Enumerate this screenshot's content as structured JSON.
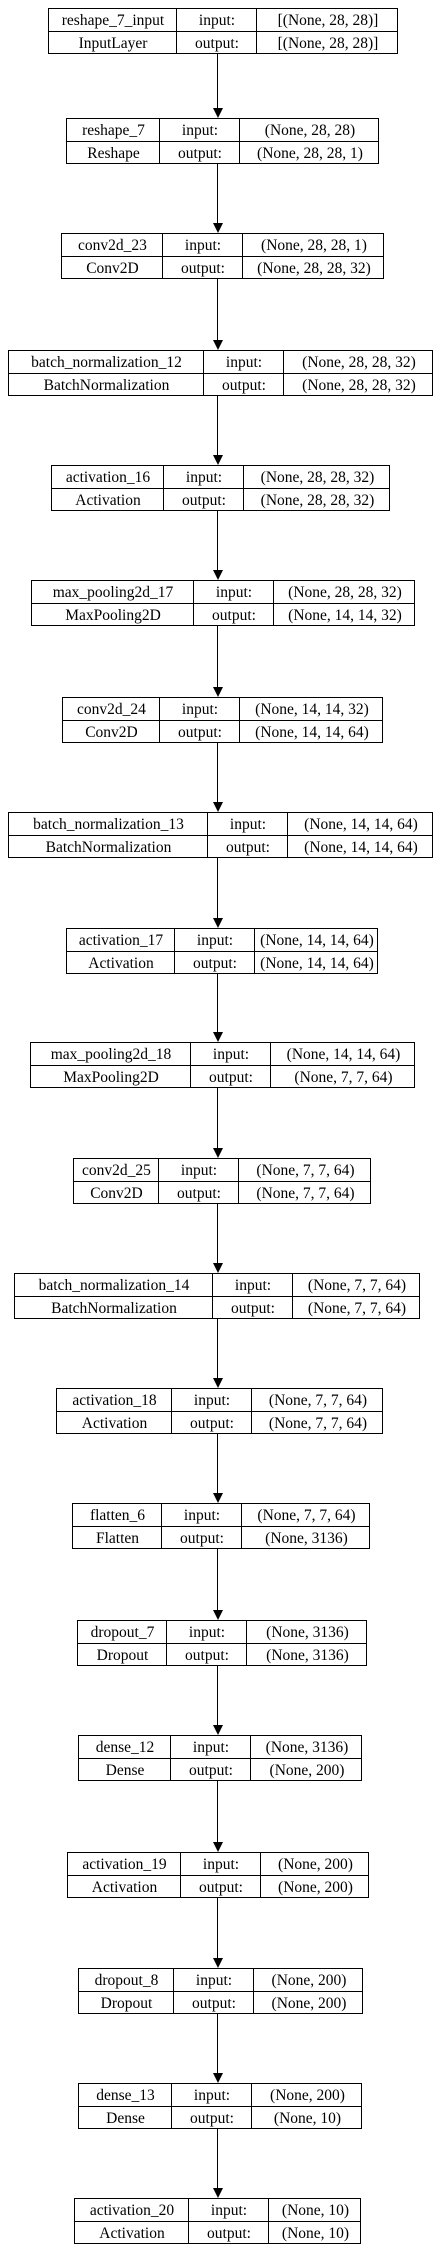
{
  "port_labels": {
    "input": "input:",
    "output": "output:"
  },
  "layers": [
    {
      "name": "reshape_7_input",
      "type": "InputLayer",
      "input": "[(None, 28, 28)]",
      "output": "[(None, 28, 28)]"
    },
    {
      "name": "reshape_7",
      "type": "Reshape",
      "input": "(None, 28, 28)",
      "output": "(None, 28, 28, 1)"
    },
    {
      "name": "conv2d_23",
      "type": "Conv2D",
      "input": "(None, 28, 28, 1)",
      "output": "(None, 28, 28, 32)"
    },
    {
      "name": "batch_normalization_12",
      "type": "BatchNormalization",
      "input": "(None, 28, 28, 32)",
      "output": "(None, 28, 28, 32)"
    },
    {
      "name": "activation_16",
      "type": "Activation",
      "input": "(None, 28, 28, 32)",
      "output": "(None, 28, 28, 32)"
    },
    {
      "name": "max_pooling2d_17",
      "type": "MaxPooling2D",
      "input": "(None, 28, 28, 32)",
      "output": "(None, 14, 14, 32)"
    },
    {
      "name": "conv2d_24",
      "type": "Conv2D",
      "input": "(None, 14, 14, 32)",
      "output": "(None, 14, 14, 64)"
    },
    {
      "name": "batch_normalization_13",
      "type": "BatchNormalization",
      "input": "(None, 14, 14, 64)",
      "output": "(None, 14, 14, 64)"
    },
    {
      "name": "activation_17",
      "type": "Activation",
      "input": "(None, 14, 14, 64)",
      "output": "(None, 14, 14, 64)"
    },
    {
      "name": "max_pooling2d_18",
      "type": "MaxPooling2D",
      "input": "(None, 14, 14, 64)",
      "output": "(None, 7, 7, 64)"
    },
    {
      "name": "conv2d_25",
      "type": "Conv2D",
      "input": "(None, 7, 7, 64)",
      "output": "(None, 7, 7, 64)"
    },
    {
      "name": "batch_normalization_14",
      "type": "BatchNormalization",
      "input": "(None, 7, 7, 64)",
      "output": "(None, 7, 7, 64)"
    },
    {
      "name": "activation_18",
      "type": "Activation",
      "input": "(None, 7, 7, 64)",
      "output": "(None, 7, 7, 64)"
    },
    {
      "name": "flatten_6",
      "type": "Flatten",
      "input": "(None, 7, 7, 64)",
      "output": "(None, 3136)"
    },
    {
      "name": "dropout_7",
      "type": "Dropout",
      "input": "(None, 3136)",
      "output": "(None, 3136)"
    },
    {
      "name": "dense_12",
      "type": "Dense",
      "input": "(None, 3136)",
      "output": "(None, 200)"
    },
    {
      "name": "activation_19",
      "type": "Activation",
      "input": "(None, 200)",
      "output": "(None, 200)"
    },
    {
      "name": "dropout_8",
      "type": "Dropout",
      "input": "(None, 200)",
      "output": "(None, 200)"
    },
    {
      "name": "dense_13",
      "type": "Dense",
      "input": "(None, 200)",
      "output": "(None, 10)"
    },
    {
      "name": "activation_20",
      "type": "Activation",
      "input": "(None, 10)",
      "output": "(None, 10)"
    }
  ]
}
